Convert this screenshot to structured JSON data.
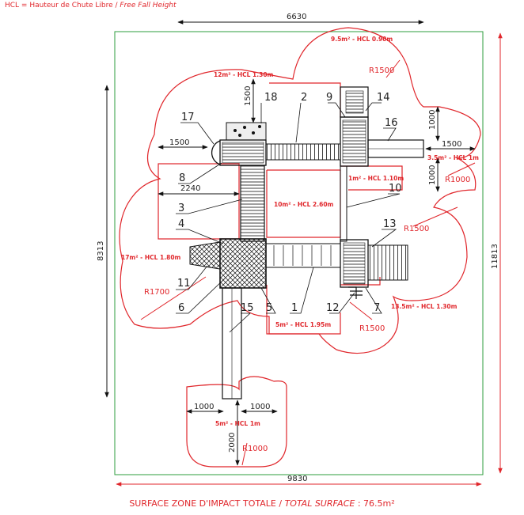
{
  "legend": {
    "prefix": "HCL = Hauteur de Chute Libre",
    "separator": " / ",
    "english": "Free Fall Height"
  },
  "footer": {
    "prefix": "SURFACE ZONE D'IMPACT TOTALE / ",
    "english": "TOTAL SURFACE",
    "value": " : 76.5m²"
  },
  "dimensions": {
    "width_top": "6630",
    "width_bottom": "9830",
    "height_left": "8313",
    "height_right": "11813",
    "d1500_left": "1500",
    "d1500_top": "1500",
    "d2240": "2240",
    "d1500_right": "1500",
    "d1000_upper": "1000",
    "d1000_lower": "1000",
    "d1000_bl": "1000",
    "d1000_br": "1000",
    "d2000": "2000"
  },
  "radii": {
    "r_top": "R1500",
    "r_right_upper": "R1000",
    "r_right": "R1500",
    "r_left": "R1700",
    "r_bottom_right": "R1500",
    "r_bottom": "R1000"
  },
  "zones": {
    "z_top": "9.5m² - HCL 0.90m",
    "z_upper_left": "12m² - HCL 1.30m",
    "z_right_small": "3.5m² - HCL 1m",
    "z_mid_right": "1m² - HCL 1.10m",
    "z_center": "10m² - HCL 2.60m",
    "z_left": "17m² - HCL 1.80m",
    "z_right": "13.5m² - HCL 1.30m",
    "z_bottom_center": "5m² - HCL 1.95m",
    "z_bottom": "5m² - HCL 1m"
  },
  "callouts": {
    "c1": "1",
    "c2": "2",
    "c3": "3",
    "c4": "4",
    "c5": "5",
    "c6": "6",
    "c7": "7",
    "c8": "8",
    "c9": "9",
    "c10": "10",
    "c11": "11",
    "c12": "12",
    "c13": "13",
    "c14": "14",
    "c15": "15",
    "c16": "16",
    "c17": "17",
    "c18": "18"
  },
  "colors": {
    "safety_zone": "#e0262b",
    "boundary": "#2e9e3e",
    "equipment": "#111111"
  }
}
